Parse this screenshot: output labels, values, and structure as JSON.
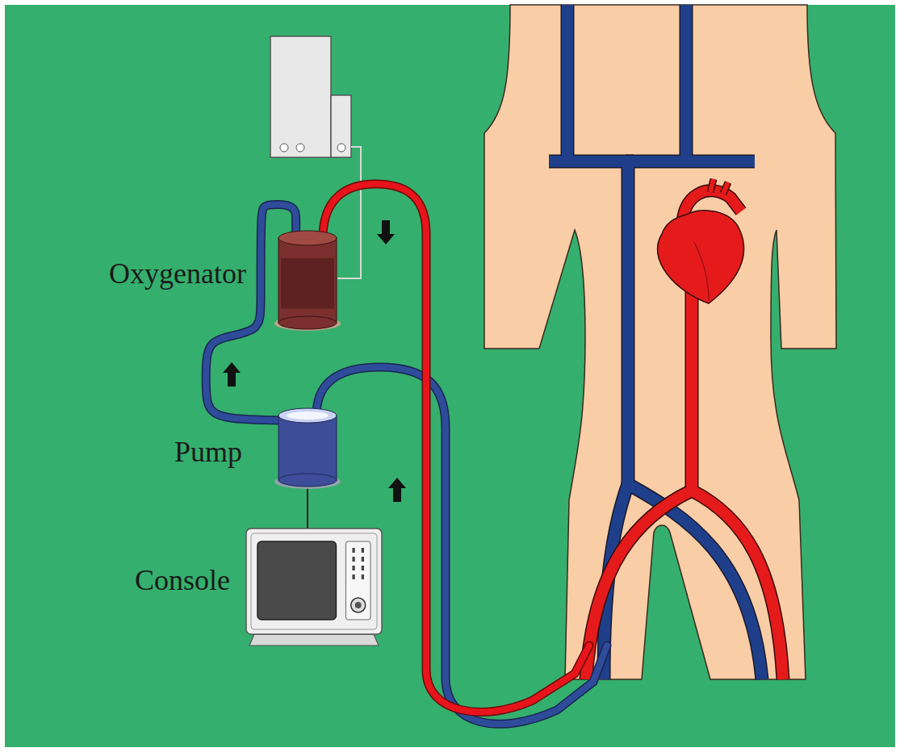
{
  "diagram": {
    "nodes": [
      {
        "text": [
          "Oxygenator"
        ]
      },
      {
        "text": [
          "Pump"
        ]
      },
      {
        "text": [
          "Console"
        ]
      }
    ],
    "edges": [
      {
        "from": 1,
        "to": 0,
        "arrow": "to"
      },
      {
        "from": 2,
        "to": 1,
        "arrow": "none"
      }
    ]
  }
}
